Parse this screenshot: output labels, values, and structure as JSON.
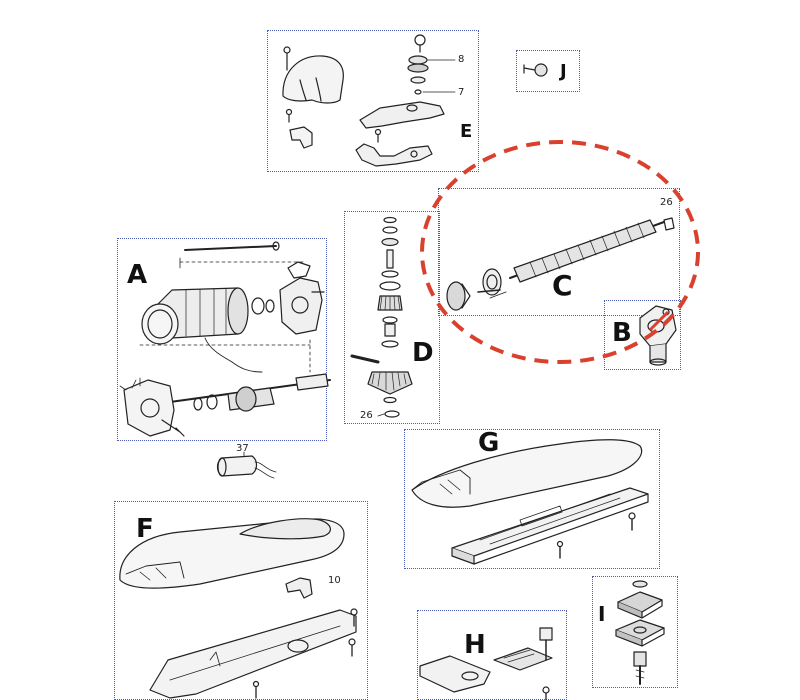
{
  "groups": {
    "A": {
      "label": "A"
    },
    "B": {
      "label": "B"
    },
    "C": {
      "label": "C"
    },
    "D": {
      "label": "D"
    },
    "E": {
      "label": "E"
    },
    "F": {
      "label": "F"
    },
    "G": {
      "label": "G"
    },
    "H": {
      "label": "H"
    },
    "I": {
      "label": "I"
    },
    "J": {
      "label": "J"
    }
  },
  "callouts": {
    "e_8": "8",
    "e_7": "7",
    "c_26": "26",
    "d_26": "26",
    "capacitor_37": "37",
    "f_10": "10"
  },
  "highlight": {
    "color": "#d9412e",
    "target": "C"
  },
  "colors": {
    "outline": "#222222",
    "group_border": "#4a5bb5",
    "fill_light": "#f2f2f2",
    "fill_mid": "#d6d6d6"
  }
}
